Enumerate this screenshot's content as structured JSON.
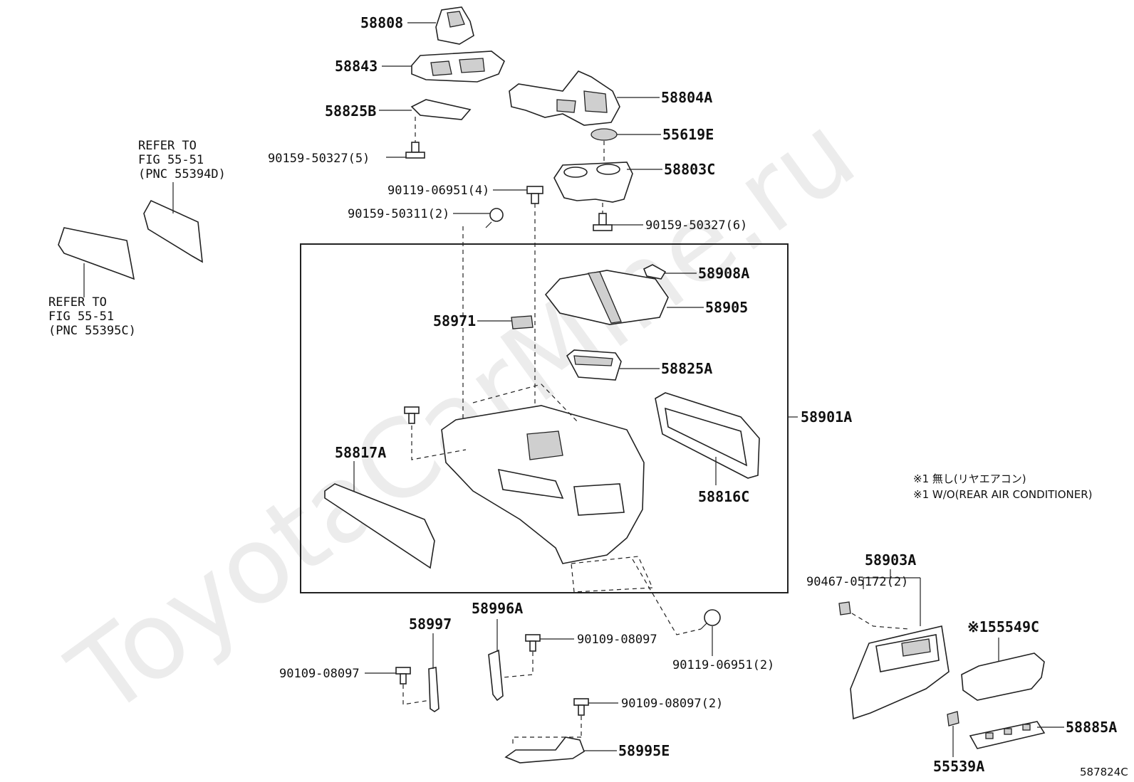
{
  "watermark": "ToyotaCarMine.ru",
  "figure_id": "587824C",
  "notes": [
    "※1 無し(リヤエアコン)",
    "※1 W/O(REAR AIR CONDITIONER)"
  ],
  "refs": [
    {
      "line1": "REFER TO",
      "line2": "FIG 55-51",
      "line3": "(PNC 55394D)"
    },
    {
      "line1": "REFER TO",
      "line2": "FIG 55-51",
      "line3": "(PNC 55395C)"
    }
  ],
  "labels": {
    "p58808": "58808",
    "p58843": "58843",
    "p58804A": "58804A",
    "p58825B": "58825B",
    "p55619E": "55619E",
    "p58803C": "58803C",
    "s9015950327_5": "90159-50327(5)",
    "s9011906951_4": "90119-06951(4)",
    "s9015950311_2": "90159-50311(2)",
    "s9015950327_6": "90159-50327(6)",
    "p58908A": "58908A",
    "p58905": "58905",
    "p58971": "58971",
    "p58825A": "58825A",
    "p58901A": "58901A",
    "p58817A": "58817A",
    "p58816C": "58816C",
    "p58903A": "58903A",
    "s9046705172_2": "90467-05172(2)",
    "p155549C": "※155549C",
    "p58885A": "58885A",
    "p55539A": "55539A",
    "p58997": "58997",
    "p58996A": "58996A",
    "s9010908097_a": "90109-08097",
    "s9010908097_b": "90109-08097",
    "s9011906951_2": "90119-06951(2)",
    "s9010908097_2": "90109-08097(2)",
    "p58995E": "58995E"
  }
}
